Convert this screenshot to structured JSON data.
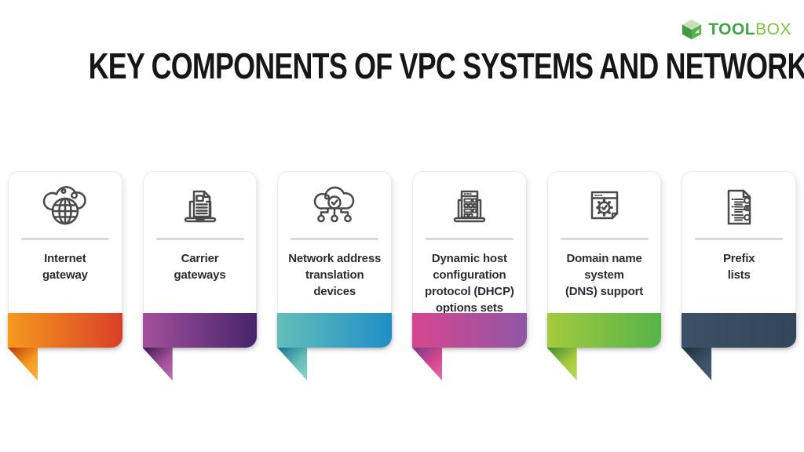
{
  "logo": {
    "bold": "TOOL",
    "light": "BOX",
    "green_dark": "#41a547",
    "green_light": "#7ec141"
  },
  "title": "KEY COMPONENTS OF VPC SYSTEMS AND NETWORKS",
  "cards": [
    {
      "label": "Internet\ngateway",
      "icon": "internet-gateway-icon",
      "color_left": "#F6991E",
      "color_right": "#DA3F28",
      "fold": "#B9390F",
      "color_left_light": "#F9B14A"
    },
    {
      "label": "Carrier\ngateways",
      "icon": "carrier-gateways-icon",
      "color_left": "#A4509C",
      "color_right": "#46246B",
      "fold": "#38194F",
      "color_left_light": "#B66FAF"
    },
    {
      "label": "Network address\ntranslation\ndevices",
      "icon": "network-address-translation-icon",
      "color_left": "#64BFB9",
      "color_right": "#1E8EC6",
      "fold": "#13718F",
      "color_left_light": "#8ED2CB"
    },
    {
      "label": "Dynamic host\nconfiguration\nprotocol (DHCP)\noptions sets",
      "icon": "dhcp-options-icon",
      "color_left": "#D8468F",
      "color_right": "#8F57A6",
      "fold": "#6E3E86",
      "color_left_light": "#E36DA8"
    },
    {
      "label": "Domain name\nsystem\n(DNS) support",
      "icon": "dns-support-icon",
      "color_left": "#A5CA3D",
      "color_right": "#54B44A",
      "fold": "#3D8A34",
      "color_left_light": "#BCD866"
    },
    {
      "label": "Prefix\nlists",
      "icon": "prefix-lists-icon",
      "color_left": "#3C5066",
      "color_right": "#334659",
      "fold": "#1F2C3B",
      "color_left_light": "#46596F"
    }
  ]
}
